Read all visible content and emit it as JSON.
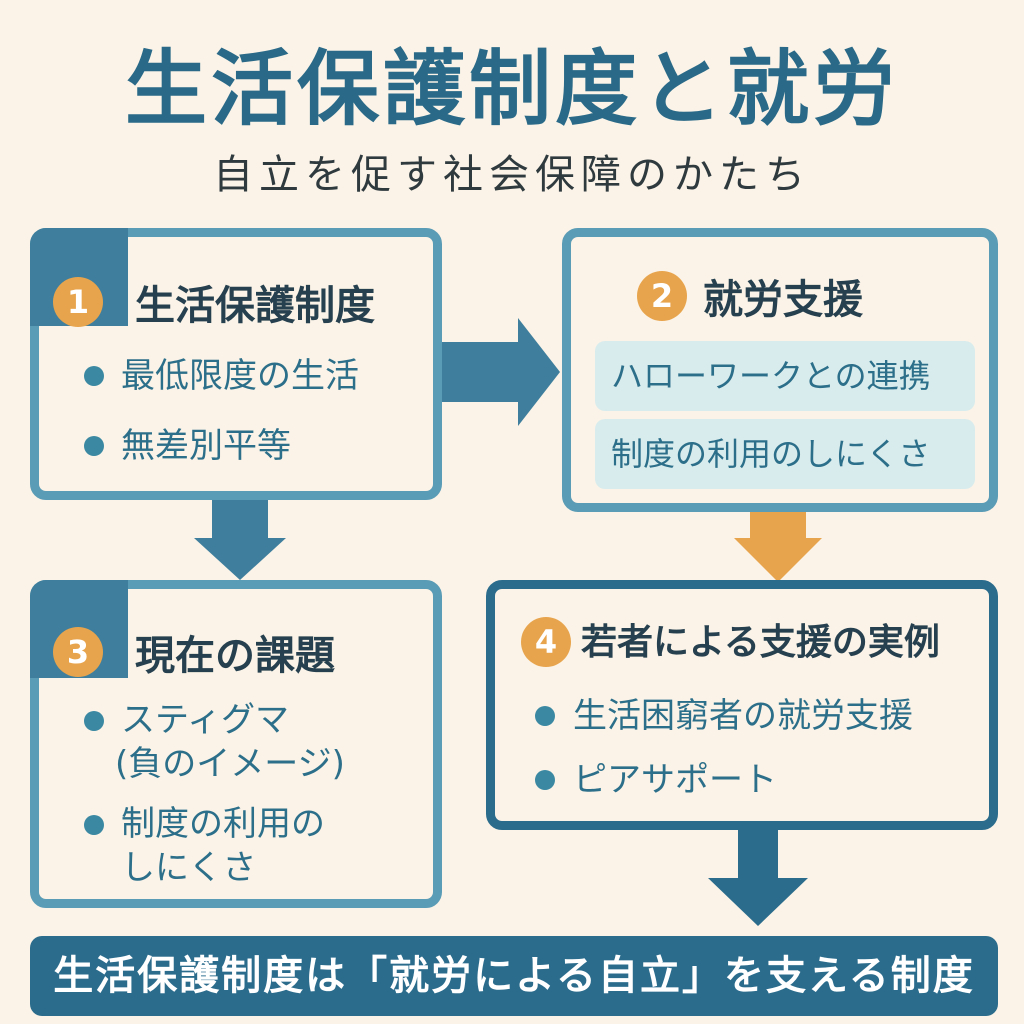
{
  "title": "生活保護制度と就労",
  "subtitle": "自立を促す社会保障のかたち",
  "box1": {
    "number": "1",
    "title": "生活保護制度",
    "items": [
      "最低限度の生活",
      "無差別平等"
    ]
  },
  "box2": {
    "number": "2",
    "title": "就労支援",
    "pills": [
      "ハローワークとの連携",
      "制度の利用のしにくさ"
    ]
  },
  "box3": {
    "number": "3",
    "title": "現在の課題",
    "items": [
      "スティグマ",
      "(負のイメージ)",
      "制度の利用の",
      "しにくさ"
    ]
  },
  "box4": {
    "number": "4",
    "title": "若者による支援の実例",
    "items": [
      "生活困窮者の就労支援",
      "ピアサポート"
    ]
  },
  "banner": "生活保護制度は「就労による自立」を支える制度",
  "colors": {
    "background": "#fbf3e7",
    "primary": "#2b6c8c",
    "light_border": "#5a9bb5",
    "accent": "#e8a44c",
    "pill": "#d9eced"
  }
}
